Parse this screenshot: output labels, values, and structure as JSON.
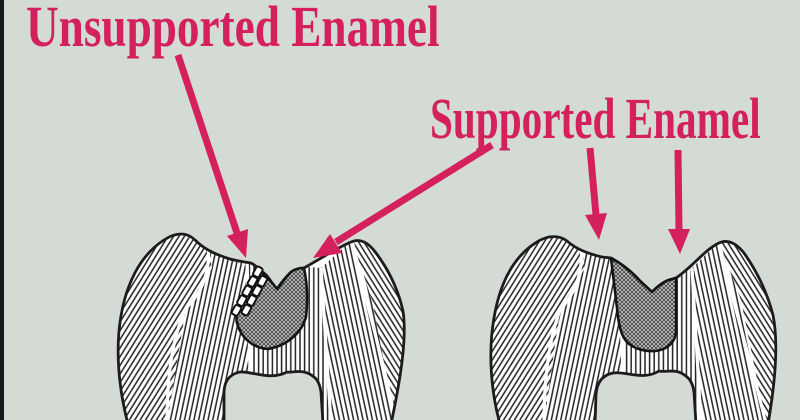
{
  "diagram": {
    "labels": {
      "unsupported": "Unsupported Enamel",
      "supported": "Supported Enamel"
    },
    "figures": [
      {
        "name": "molar-cross-section-with-unsupported-enamel"
      },
      {
        "name": "molar-cross-section-with-supported-enamel"
      }
    ]
  },
  "colors": {
    "bg": "#d4dad4",
    "accent": "#d4215e",
    "ink": "#1c1c1c",
    "edge": "#16181a",
    "cavity_gray": "#c6cac6"
  }
}
